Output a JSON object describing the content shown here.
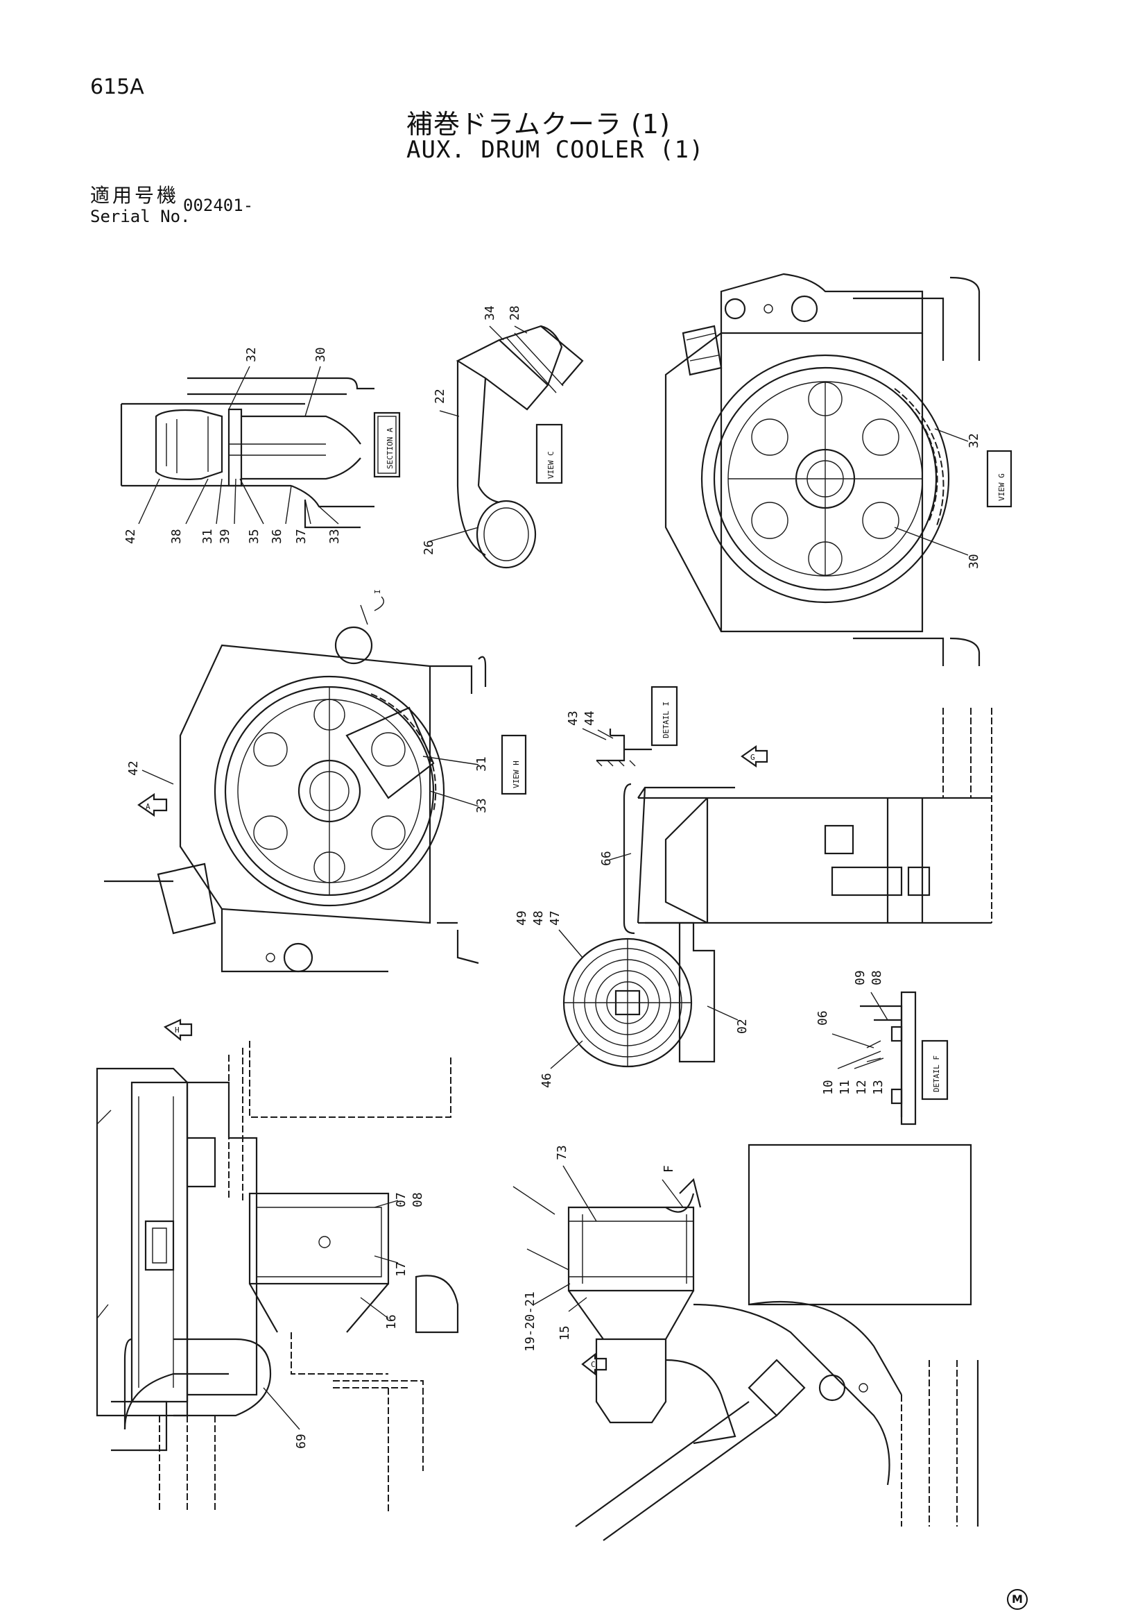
{
  "header": {
    "model": "615A",
    "title_jp": "補巻ドラムクーラ (1)",
    "title_en": "AUX. DRUM COOLER (1)",
    "serial_label_jp": "適用号機",
    "serial_label_en": "Serial No.",
    "serial_value": "002401-"
  },
  "views": {
    "section_a": "SECTION A",
    "view_c": "VIEW C",
    "view_g": "VIEW G",
    "view_h": "VIEW H",
    "detail_i": "DETAIL I",
    "detail_f": "DETAIL F"
  },
  "arrows": {
    "g": "G",
    "h": "H",
    "i": "I",
    "f": "F",
    "a": "A",
    "c": "C"
  },
  "callouts": {
    "section_a": [
      "32",
      "30",
      "42",
      "38",
      "31",
      "39",
      "35",
      "36",
      "37",
      "33"
    ],
    "view_c": [
      "34",
      "28",
      "22",
      "26"
    ],
    "view_g": [
      "32",
      "30"
    ],
    "view_h": [
      "42",
      "31",
      "33"
    ],
    "detail_i": [
      "43",
      "44"
    ],
    "side": [
      "66",
      "49",
      "48",
      "47",
      "46",
      "02"
    ],
    "detail_f": [
      "06",
      "09",
      "08",
      "10",
      "11",
      "12",
      "13"
    ],
    "bottom_left": [
      "07",
      "08",
      "17",
      "16",
      "69"
    ],
    "bottom_right": [
      "73",
      "19-20-21",
      "15"
    ]
  },
  "footer_mark": "M"
}
